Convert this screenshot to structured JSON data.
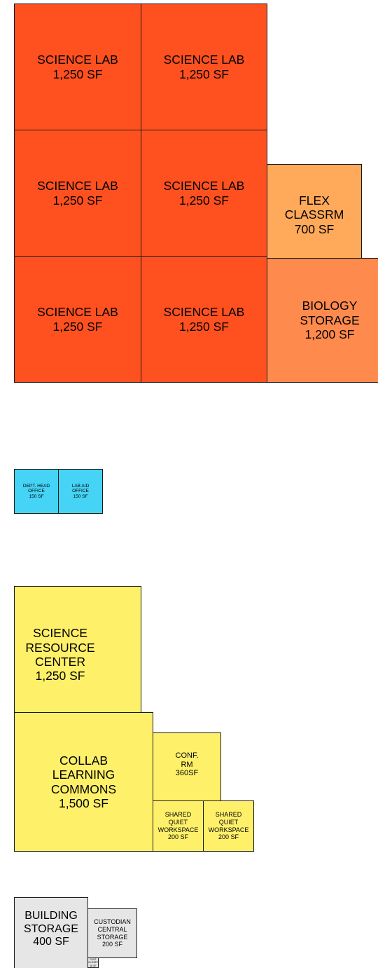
{
  "science_lab_suite": {
    "lab_1": "SCIENCE LAB\n1,250 SF",
    "lab_2": "SCIENCE LAB\n1,250 SF",
    "lab_3": "SCIENCE LAB\n1,250 SF",
    "lab_4": "SCIENCE LAB\n1,250 SF",
    "lab_5": "SCIENCE LAB\n1,250 SF",
    "lab_6": "SCIENCE LAB\n1,250 SF",
    "flex_classroom": "FLEX\nCLASSRM\n700 SF",
    "biology_storage": "BIOLOGY\nSTORAGE\n1,200 SF"
  },
  "offices": {
    "dept_head": "DEPT. HEAD\nOFFICE\n150 SF",
    "lab_aid": "LAB AID\nOFFICE\n150 SF"
  },
  "resource_suite": {
    "science_resource_center": "SCIENCE\nRESOURCE\nCENTER\n1,250 SF",
    "collab_learning_commons": "COLLAB\nLEARNING\nCOMMONS\n1,500 SF",
    "conference_room": "CONF.\nRM\n360SF",
    "shared_quiet_workspace_1": "SHARED\nQUIET\nWORKSPACE\n200 SF",
    "shared_quiet_workspace_2": "SHARED\nQUIET\nWORKSPACE\n200 SF"
  },
  "support_spaces": {
    "building_storage": "BUILDING\nSTORAGE\n400 SF",
    "custodian_central_storage": "CUSTODIAN\nCENTRAL\nSTORAGE\n200 SF",
    "custodial_closet": "CUST.\nCLOSET\n16 SF"
  },
  "colors": {
    "science_lab": "#ff5020",
    "flex_classroom": "#ffa95a",
    "biology_storage": "#ff8a4d",
    "office": "#45d4f5",
    "resource": "#fff06a",
    "support": "#e6e6e6"
  }
}
